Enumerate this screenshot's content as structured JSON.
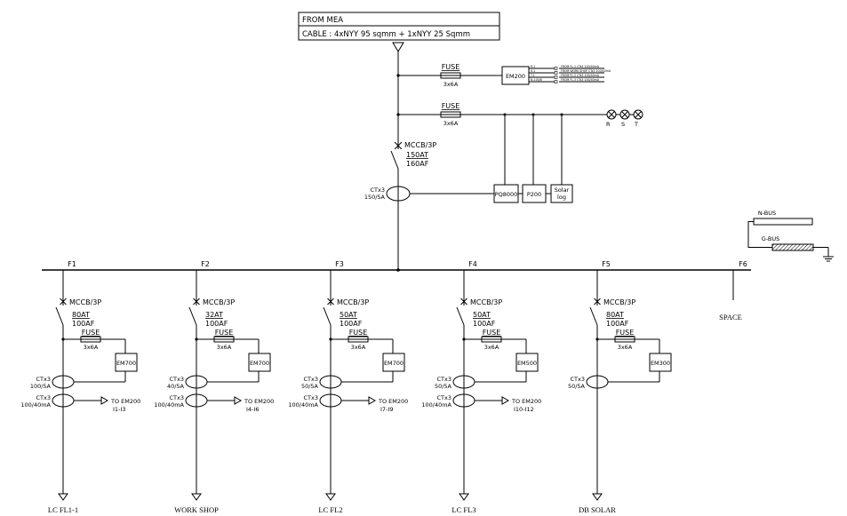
{
  "supply": {
    "line1": "FROM MEA",
    "line2": "CABLE : 4xNYY 95 sqmm + 1xNYY 25 Sqmm"
  },
  "meter_branch": {
    "fuse_label": "FUSE",
    "fuse_rating": "3x6A",
    "meter": "EM200",
    "wire_left": [
      "R-1",
      "S-1",
      "T-1",
      "N-100/8"
    ],
    "wire_right": [
      "FROM FL-1 CTs3 100/40mA",
      "FROM WORK SHOP CTs3 100/40mA",
      "FROM FL-2 CTs3 100/40mA",
      "FROM FL-3 CTs3 100/40mA"
    ]
  },
  "lamp_branch": {
    "fuse_label": "FUSE",
    "fuse_rating": "3x6A",
    "phases": [
      "R",
      "S",
      "T"
    ]
  },
  "main_breaker": {
    "type": "MCCB/3P",
    "at": "150AT",
    "af": "160AF"
  },
  "main_ct": {
    "label": "CTx3",
    "ratio": "150/5A"
  },
  "instruments": [
    {
      "label": "PQ8000"
    },
    {
      "label": "P200"
    },
    {
      "label_line1": "Solar",
      "label_line2": "log"
    }
  ],
  "bus": {
    "n_bus": "N-BUS",
    "g_bus": "G-BUS"
  },
  "feeders": [
    {
      "id": "F1",
      "breaker": "MCCB/3P",
      "at": "80AT",
      "af": "100AF",
      "fuse": "FUSE",
      "fuse_rating": "3x6A",
      "meter": "EM700",
      "ct_label": "CTx3",
      "ct_ratio": "100/5A",
      "zct_label": "CTx3",
      "zct_ratio": "100/40mA",
      "to": "TO EM200",
      "to_range": "I1-I3",
      "load": "LC FL1-1"
    },
    {
      "id": "F2",
      "breaker": "MCCB/3P",
      "at": "32AT",
      "af": "100AF",
      "fuse": "FUSE",
      "fuse_rating": "3x6A",
      "meter": "EM700",
      "ct_label": "CTx3",
      "ct_ratio": "40/5A",
      "zct_label": "CTx3",
      "zct_ratio": "100/40mA",
      "to": "TO EM200",
      "to_range": "I4-I6",
      "load": "WORK SHOP"
    },
    {
      "id": "F3",
      "breaker": "MCCB/3P",
      "at": "50AT",
      "af": "100AF",
      "fuse": "FUSE",
      "fuse_rating": "3x6A",
      "meter": "EM700",
      "ct_label": "CTx3",
      "ct_ratio": "50/5A",
      "zct_label": "CTx3",
      "zct_ratio": "100/40mA",
      "to": "TO EM200",
      "to_range": "I7-I9",
      "load": "LC FL2"
    },
    {
      "id": "F4",
      "breaker": "MCCB/3P",
      "at": "50AT",
      "af": "100AF",
      "fuse": "FUSE",
      "fuse_rating": "3x6A",
      "meter": "EM500",
      "ct_label": "CTx3",
      "ct_ratio": "50/5A",
      "zct_label": "CTx3",
      "zct_ratio": "100/40mA",
      "to": "TO EM200",
      "to_range": "I10-I12",
      "load": "LC FL3"
    },
    {
      "id": "F5",
      "breaker": "MCCB/3P",
      "at": "80AT",
      "af": "100AF",
      "fuse": "FUSE",
      "fuse_rating": "3x6A",
      "meter": "EM300",
      "ct_label": "CTx3",
      "ct_ratio": "50/5A",
      "zct_label": "",
      "zct_ratio": "",
      "to": "",
      "to_range": "",
      "load": "DB SOLAR"
    },
    {
      "id": "F6",
      "load": "SPACE"
    }
  ]
}
